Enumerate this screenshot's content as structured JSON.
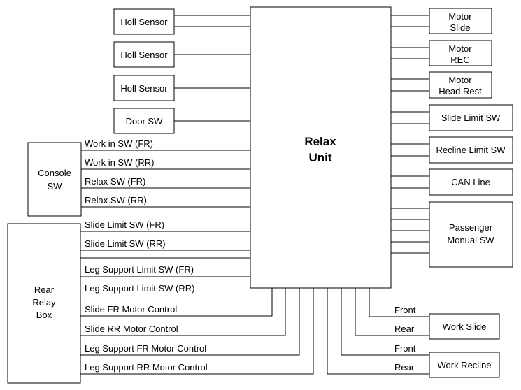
{
  "diagram": {
    "center": {
      "line1": "Relax",
      "line2": "Unit"
    },
    "left_boxes": {
      "holl_sensor_1": "Holl Sensor",
      "holl_sensor_2": "Holl Sensor",
      "holl_sensor_3": "Holl Sensor",
      "door_sw": "Door SW",
      "console": {
        "line1": "Console",
        "line2": "SW"
      },
      "rear_relay": {
        "line1": "Rear",
        "line2": "Relay",
        "line3": "Box"
      }
    },
    "console_wires": [
      "Work in SW (FR)",
      "Work in SW (RR)",
      "Relax SW (FR)",
      "Relax SW (RR)"
    ],
    "relay_wires": [
      "Slide Limit SW (FR)",
      "Slide Limit SW (RR)",
      "Leg Support Limit SW (FR)",
      "Leg Support Limit SW (RR)",
      "Slide FR Motor Control",
      "Slide RR Motor Control",
      "Leg Support FR Motor Control",
      "Leg Support RR Motor Control"
    ],
    "right_boxes": {
      "motor_slide": {
        "line1": "Motor",
        "line2": "Slide"
      },
      "motor_rec": {
        "line1": "Motor",
        "line2": "REC"
      },
      "motor_head_rest": {
        "line1": "Motor",
        "line2": "Head Rest"
      },
      "slide_limit_sw": "Slide Limit SW",
      "recline_limit_sw": "Recline Limit SW",
      "can_line": "CAN Line",
      "passenger": {
        "line1": "Passenger",
        "line2": "Monual SW"
      },
      "work_slide": "Work Slide",
      "work_recline": "Work Recline"
    },
    "bottom_wires": {
      "front_1": "Front",
      "rear_1": "Rear",
      "front_2": "Front",
      "rear_2": "Rear"
    }
  }
}
